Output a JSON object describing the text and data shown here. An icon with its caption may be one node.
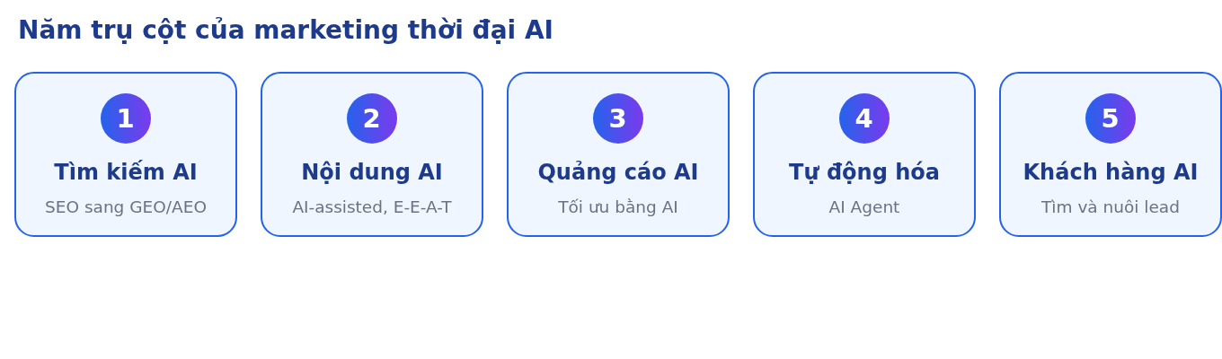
{
  "diagram": {
    "title": "Năm trụ cột của marketing thời đại AI",
    "nodes": [
      {
        "text": [
          "Tìm kiếm AI",
          "SEO sang GEO/AEO"
        ]
      },
      {
        "text": [
          "1"
        ],
        "in": 0
      },
      {
        "text": [
          "Nội dung AI",
          "AI-assisted, E-E-A-T"
        ]
      },
      {
        "text": [
          "2"
        ],
        "in": 2
      },
      {
        "text": [
          "Quảng cáo AI",
          "Tối ưu bằng AI"
        ]
      },
      {
        "text": [
          "3"
        ],
        "in": 4
      },
      {
        "text": [
          "Tự động hóa",
          "AI Agent"
        ]
      },
      {
        "text": [
          "4"
        ],
        "in": 6
      },
      {
        "text": [
          "Khách hàng AI",
          "Tìm và nuôi lead"
        ]
      },
      {
        "text": [
          "5"
        ],
        "in": 8
      }
    ],
    "edges": []
  }
}
